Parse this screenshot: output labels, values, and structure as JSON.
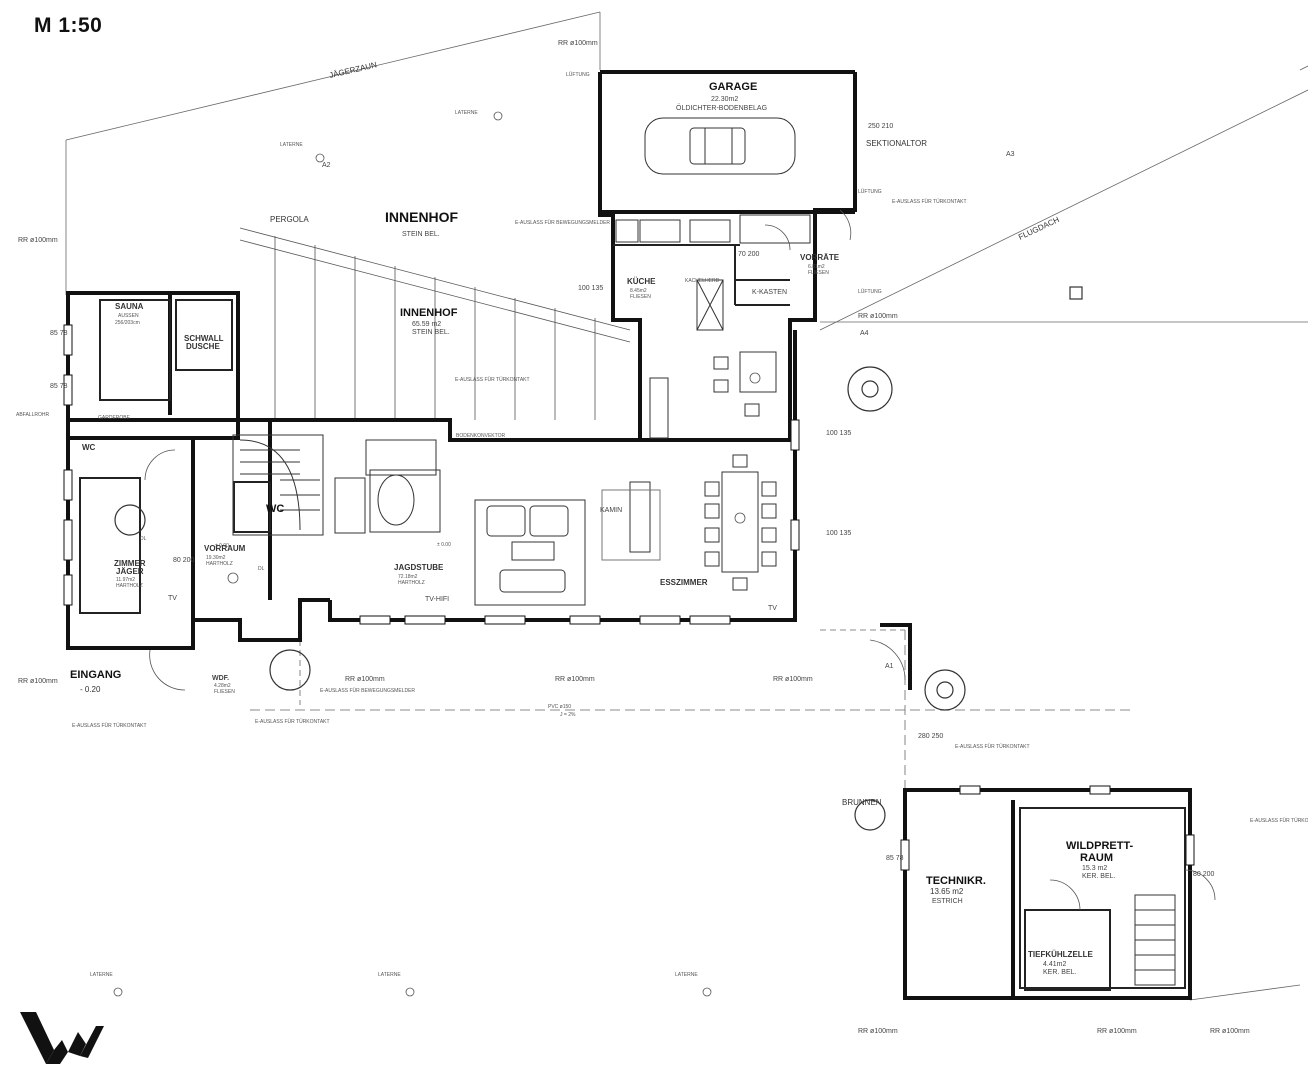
{
  "scale_label": "M 1:50",
  "fence_label": "JÄGERZAUN",
  "rooms": {
    "garage": {
      "name": "GARAGE",
      "area": "22.30m2",
      "floor": "ÖLDICHTER-BODENBELAG"
    },
    "innenhof_top": {
      "name": "INNENHOF",
      "floor": "STEIN BEL."
    },
    "innenhof": {
      "name": "INNENHOF",
      "area": "65.59 m2",
      "floor": "STEIN BEL."
    },
    "pergola": {
      "name": "PERGOLA"
    },
    "kueche": {
      "name": "KÜCHE",
      "area": "8.45m2",
      "floor": "FLIESEN"
    },
    "vorraete": {
      "name": "VORRÄTE",
      "area": "6.81m2",
      "floor": "FLIESEN"
    },
    "sauna": {
      "name": "SAUNA",
      "dim": "256/203cm",
      "note": "AUSSEN"
    },
    "schwalldusche": {
      "name1": "SCHWALL",
      "name2": "DUSCHE"
    },
    "wc1": {
      "name": "WC"
    },
    "wc2": {
      "name": "WC"
    },
    "vorraum": {
      "name": "VORRAUM",
      "area": "19.30m2",
      "floor": "HARTHOLZ"
    },
    "zimmer": {
      "name1": "ZIMMER",
      "name2": "JÄGER",
      "area": "11.97m2",
      "floor": "HARTHOLZ"
    },
    "jagdstube": {
      "name": "JAGDSTUBE",
      "area": "72.18m2",
      "floor": "HARTHOLZ"
    },
    "esszimmer": {
      "name": "ESSZIMMER"
    },
    "eingang": {
      "name": "EINGANG",
      "level": "- 0.20"
    },
    "wdf": {
      "name": "WDF.",
      "area": "4.28m2",
      "floor": "FLIESEN"
    },
    "technikr": {
      "name": "TECHNIKR.",
      "area": "13.65 m2",
      "floor": "ESTRICH"
    },
    "wildpret": {
      "name1": "WILDPRETT-",
      "name2": "RAUM",
      "area": "15.3 m2",
      "floor": "KER. BEL."
    },
    "tiefkuehl": {
      "name": "TIEFKÜHLZELLE",
      "area": "4.41m2",
      "floor": "KER. BEL."
    }
  },
  "annotations": {
    "e_auslass_tuer": "E-AUSLASS FÜR TÜRKONTAKT",
    "e_auslass_bewegung": "E-AUSLASS FÜR BEWEGUNGSMELDER",
    "rr100": "RR ø100mm",
    "lueftung": "LÜFTUNG",
    "sektionaltor": "SEKTIONALTOR",
    "flugdach": "FLUGDACH",
    "kamin": "KAMIN",
    "brunnen": "BRUNNEN",
    "laterne": "LATERNE",
    "pvc": "PVC ø150",
    "gefaelle": "J = 2%",
    "garderobe": "GARDEROBE",
    "k_kasten": "K-KASTEN",
    "kachelherd": "KACHELHERD",
    "bodenkonvektor": "BODENKONVEKTOR",
    "dl": "DL",
    "tv": "TV",
    "hifi": "TV-HIFI",
    "level0": "± 0.00",
    "a1": "A1",
    "a2": "A2",
    "a3": "A3",
    "a4": "A4",
    "dim_100_135": "100 135",
    "dim_85_78": "85 78",
    "dim_80_200": "80 200",
    "dim_70_200": "70 200",
    "dim_280_250": "280 250",
    "dim_250_210": "250 210",
    "abfallrohr": "ABFALLROHR"
  },
  "colors": {
    "line": "#111111",
    "thin": "#555555",
    "dash": "#666666",
    "paper": "#ffffff"
  },
  "icons": {
    "logo": "vw-logo",
    "car": "car-symbol",
    "table": "dining-table",
    "sofa": "sofa"
  }
}
